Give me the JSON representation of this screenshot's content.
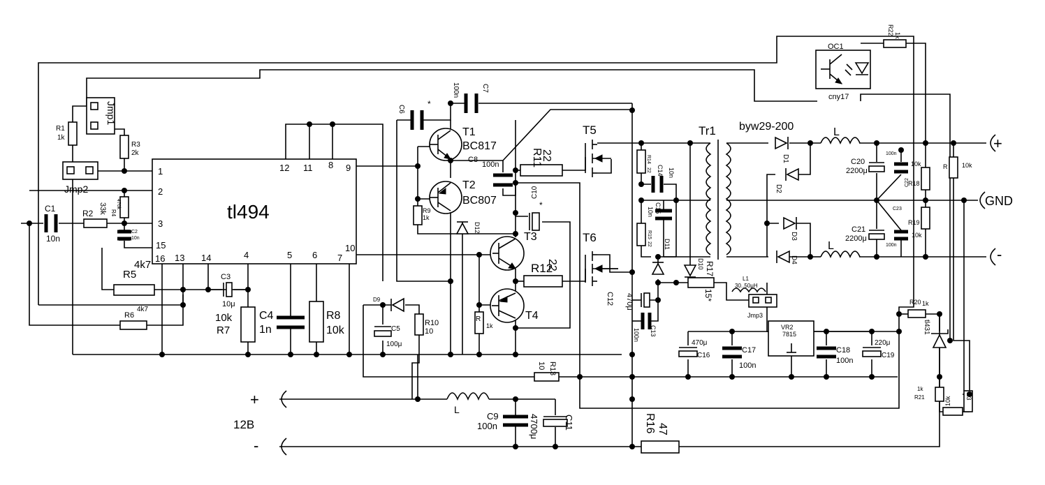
{
  "ic": {
    "name": "tl494",
    "pins": {
      "p1": "1",
      "p2": "2",
      "p3": "3",
      "p15": "15",
      "p16": "16",
      "p13": "13",
      "p14": "14",
      "p4": "4",
      "p5": "5",
      "p6": "6",
      "p7": "7",
      "p10": "10",
      "p12": "12",
      "p11": "11",
      "p8": "8",
      "p9": "9"
    }
  },
  "labels": {
    "jmp1": "Jmp1",
    "jmp2": "Jmp2",
    "jmp3": "Jmp3",
    "r1": "R1",
    "r1v": "1k",
    "r3": "R3",
    "r3v": "2k",
    "c1": "C1",
    "c1v": "10n",
    "r2": "R2",
    "r2v": "33k",
    "r4": "R4",
    "r4v": "470k",
    "c2": "C2",
    "c2v": "10n",
    "r5": "R5",
    "r5v": "4k7",
    "r6": "R6",
    "r6v": "4k7",
    "c3": "C3",
    "c3v": "10μ",
    "c4": "C4",
    "c4v": "1n",
    "r7": "R7",
    "r7v": "10k",
    "r8": "R8",
    "r8v": "10k",
    "c6": "C6",
    "c6star": "*",
    "c7": "C7",
    "c7v": "100n",
    "c8": "C8",
    "c8v": "100n",
    "t1": "T1",
    "t1t": "BC817",
    "t2": "T2",
    "t2t": "BC807",
    "r9": "R9",
    "r9v": "1k",
    "d12": "D12",
    "c10": "C10",
    "c10star": "*",
    "t3": "T3",
    "t4": "T4",
    "r": "R",
    "rv": "1k",
    "r11": "R11",
    "r11v": "22",
    "r12": "R12",
    "r12v": "22",
    "t5": "T5",
    "t6": "T6",
    "d9": "D9",
    "c5": "C5",
    "c5v": "100μ",
    "r10": "R10",
    "r10v": "10",
    "r13": "R13",
    "r13v": "10",
    "plus": "+",
    "minus": "-",
    "v12": "12B",
    "l": "L",
    "c9": "C9",
    "c9v": "100n",
    "c11": "C11",
    "c11v": "4700μ",
    "r16": "R16",
    "r16v": "47",
    "r14": "R14",
    "r14v": "22",
    "c14": "C14",
    "c14v": "10n",
    "c15": "C15",
    "c15v": "10n",
    "r15": "R15",
    "r15v": "22",
    "d11": "D11",
    "d10": "D10",
    "r17": "R17",
    "r17v": "15*",
    "c12": "C12",
    "c12v": "470μ",
    "c13": "C13",
    "c13v": "100n",
    "tr1": "Tr1",
    "byw": "byw29-200",
    "d1": "D1",
    "d2": "D2",
    "d3": "D3",
    "d4": "D4",
    "lout": "L",
    "l1": "L1",
    "l1v": "30..50μH",
    "c20": "C20",
    "c20v": "2200μ",
    "c21": "C21",
    "c21v": "2200μ",
    "c22": "C22",
    "c22v": "100n",
    "c23": "C23",
    "c23v": "100n",
    "r18": "R18",
    "r18v": "10k",
    "r19": "R19",
    "r19v": "10k",
    "rout": "R",
    "routv": "10k",
    "outplus": "+",
    "gnd": "GND",
    "outminus": "-",
    "oc1": "OC1",
    "cny": "cny17",
    "r22": "R22",
    "r22v": "1k",
    "vr2": "VR2",
    "vr2t": "7815",
    "c16": "C16",
    "c16v": "470μ",
    "c17": "C17",
    "c17v": "100n",
    "c18": "C18",
    "c18v": "100n",
    "c19": "C19",
    "c19v": "220μ",
    "r20": "R20",
    "r20v": "1k",
    "tl431": "tl431",
    "r21": "R21",
    "r21v": "1k",
    "r3b": "R3",
    "r3bv": "10k"
  }
}
